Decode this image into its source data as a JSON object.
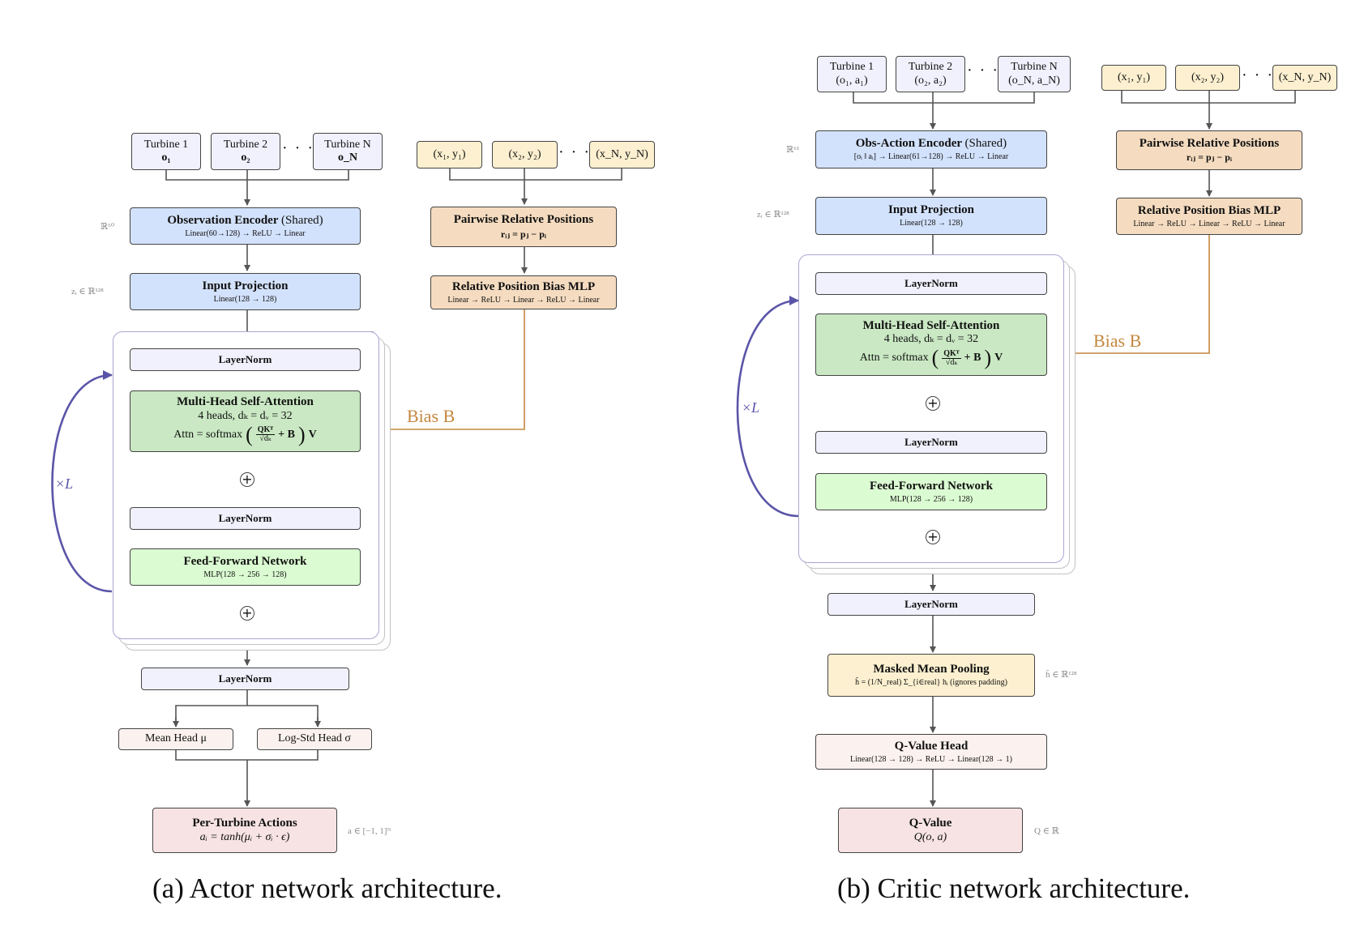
{
  "actor": {
    "turbine1": {
      "name": "Turbine 1",
      "obs": "o₁"
    },
    "turbine2": {
      "name": "Turbine 2",
      "obs": "o₂"
    },
    "turbineN": {
      "name": "Turbine N",
      "obs": "o_N"
    },
    "dots": "· · ·",
    "positions": [
      "(x₁, y₁)",
      "(x₂, y₂)",
      "(x_N, y_N)"
    ],
    "obs_encoder": {
      "title": "Observation Encoder",
      "shared": "(Shared)",
      "sub": "Linear(60→128) → ReLU → Linear",
      "dim": "ℝ⁶⁰"
    },
    "input_proj": {
      "title": "Input Projection",
      "sub": "Linear(128 → 128)",
      "dim": "zᵢ ∈ ℝ¹²⁸"
    },
    "pairwise": {
      "title": "Pairwise Relative Positions",
      "formula": "rᵢⱼ = pⱼ − pᵢ"
    },
    "bias_mlp": {
      "title": "Relative Position Bias MLP",
      "sub": "Linear → ReLU → Linear → ReLU → Linear"
    },
    "layernorm": "LayerNorm",
    "mhsa": {
      "title": "Multi-Head Self-Attention",
      "heads": "4 heads, dₖ = dᵥ = 32",
      "attn": "Attn = softmax",
      "frac_num": "QKᵀ",
      "frac_den": "√dₖ",
      "plus_b": "+ B",
      "v": "V"
    },
    "ffn": {
      "title": "Feed-Forward Network",
      "sub": "MLP(128 → 256 → 128)"
    },
    "bias_label": "Bias B",
    "repeat": "×L",
    "mean_head": "Mean Head μ",
    "logstd_head": "Log-Std Head σ",
    "actions": {
      "title": "Per-Turbine Actions",
      "formula": "aᵢ = tanh(μᵢ + σᵢ · ϵ)",
      "dim": "a ∈ [−1, 1]ᴺ"
    },
    "caption": "(a) Actor network architecture."
  },
  "critic": {
    "turbine1": {
      "name": "Turbine 1",
      "obs": "(o₁, a₁)"
    },
    "turbine2": {
      "name": "Turbine 2",
      "obs": "(o₂, a₂)"
    },
    "turbineN": {
      "name": "Turbine N",
      "obs": "(o_N, a_N)"
    },
    "dots": "· · ·",
    "positions": [
      "(x₁, y₁)",
      "(x₂, y₂)",
      "(x_N, y_N)"
    ],
    "encoder": {
      "title": "Obs-Action Encoder",
      "shared": "(Shared)",
      "sub": "[oᵢ ‖ aᵢ] → Linear(61→128) → ReLU → Linear",
      "dim": "ℝ⁶¹"
    },
    "input_proj": {
      "title": "Input Projection",
      "sub": "Linear(128 → 128)",
      "dim": "zᵢ ∈ ℝ¹²⁸"
    },
    "pairwise": {
      "title": "Pairwise Relative Positions",
      "formula": "rᵢⱼ = pⱼ − pᵢ"
    },
    "bias_mlp": {
      "title": "Relative Position Bias MLP",
      "sub": "Linear → ReLU → Linear → ReLU → Linear"
    },
    "layernorm": "LayerNorm",
    "mhsa": {
      "title": "Multi-Head Self-Attention",
      "heads": "4 heads, dₖ = dᵥ = 32",
      "attn": "Attn = softmax",
      "frac_num": "QKᵀ",
      "frac_den": "√dₖ",
      "plus_b": "+ B",
      "v": "V"
    },
    "ffn": {
      "title": "Feed-Forward Network",
      "sub": "MLP(128 → 256 → 128)"
    },
    "bias_label": "Bias B",
    "repeat": "×L",
    "pooling": {
      "title": "Masked Mean Pooling",
      "formula": "h̄ = (1/N_real) Σ_{i∈real} hᵢ (ignores padding)",
      "dim": "h̄ ∈ ℝ¹²⁸"
    },
    "qhead": {
      "title": "Q-Value Head",
      "sub": "Linear(128 → 128) → ReLU → Linear(128 → 1)"
    },
    "qvalue": {
      "title": "Q-Value",
      "formula": "Q(o, a)",
      "dim": "Q ∈ ℝ"
    },
    "caption": "(b) Critic network architecture."
  }
}
